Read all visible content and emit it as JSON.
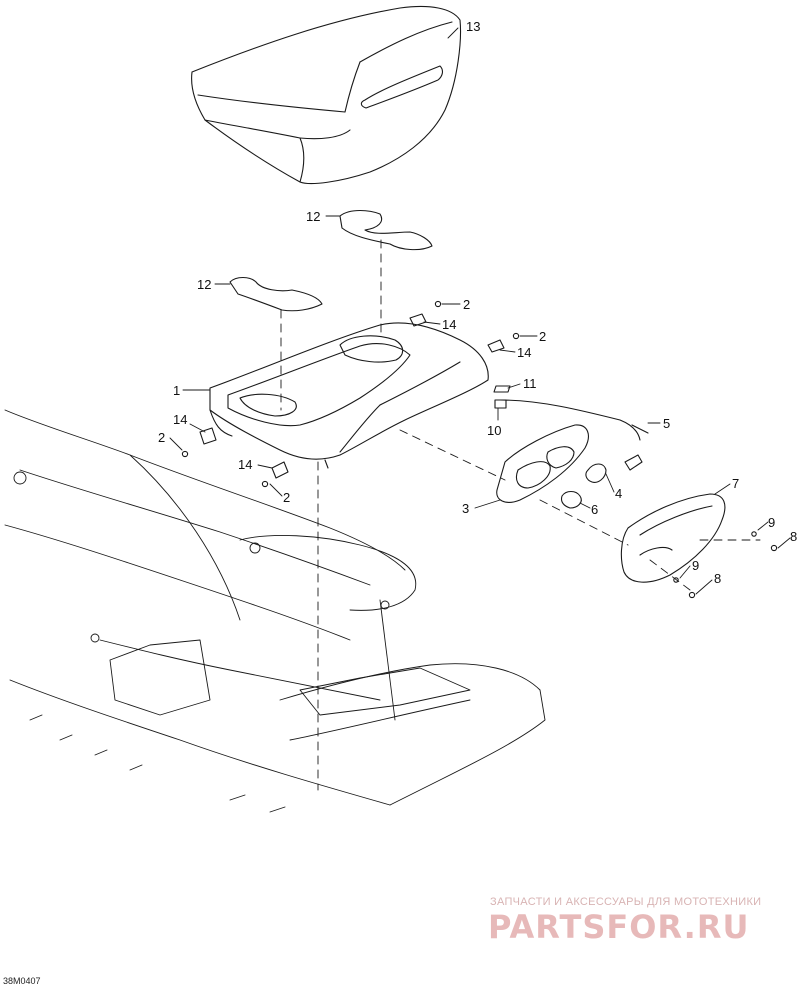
{
  "diagram": {
    "reference_code": "38M0407",
    "callouts": [
      {
        "id": "c13",
        "text": "13"
      },
      {
        "id": "c12a",
        "text": "12"
      },
      {
        "id": "c12b",
        "text": "12"
      },
      {
        "id": "c2a",
        "text": "2"
      },
      {
        "id": "c14a",
        "text": "14"
      },
      {
        "id": "c2b",
        "text": "2"
      },
      {
        "id": "c14b",
        "text": "14"
      },
      {
        "id": "c11",
        "text": "11"
      },
      {
        "id": "c10",
        "text": "10"
      },
      {
        "id": "c1",
        "text": "1"
      },
      {
        "id": "c14c",
        "text": "14"
      },
      {
        "id": "c2c",
        "text": "2"
      },
      {
        "id": "c14d",
        "text": "14"
      },
      {
        "id": "c2d",
        "text": "2"
      },
      {
        "id": "c5",
        "text": "5"
      },
      {
        "id": "c4",
        "text": "4"
      },
      {
        "id": "c3",
        "text": "3"
      },
      {
        "id": "c6",
        "text": "6"
      },
      {
        "id": "c7",
        "text": "7"
      },
      {
        "id": "c9a",
        "text": "9"
      },
      {
        "id": "c8a",
        "text": "8"
      },
      {
        "id": "c9b",
        "text": "9"
      },
      {
        "id": "c8b",
        "text": "8"
      }
    ]
  },
  "watermark": {
    "tagline": "ЗАПЧАСТИ И АКСЕССУАРЫ ДЛЯ МОТОТЕХНИКИ",
    "brand": "PARTSFOR.RU",
    "color": "#e7b9b9"
  }
}
